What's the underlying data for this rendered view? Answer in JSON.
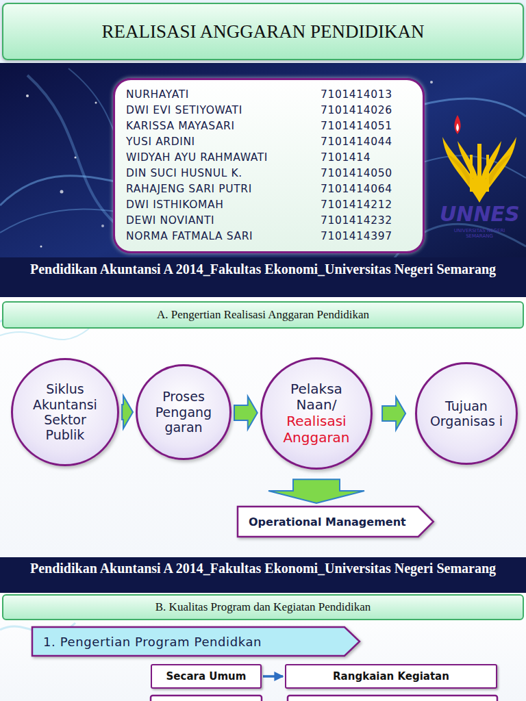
{
  "diagram": {
    "title": "REALISASI ANGGARAN PENDIDIKAN",
    "nodes": [
      {
        "text": [
          "NURHAYATI",
          "7101414013",
          "DWI EVI SETIYOWATI",
          "7101414026",
          "KARISSA MAYASARI",
          "7101414051",
          "YUSI ARDINI",
          "7101414044",
          "WIDYAH AYU RAHMAWATI",
          "7101414",
          "DIN SUCI HUSNUL K.",
          "7101414050",
          "RAHAJENG SARI PUTRI",
          "7101414064",
          "DWI ISTHIKOMAH",
          "7101414212",
          "DEWI NOVIANTI",
          "7101414232",
          "NORMA FATMALA SARI",
          "7101414397"
        ]
      },
      {
        "text": [
          "A. Pengertian Realisasi Anggaran Pendidikan"
        ]
      },
      {
        "text": [
          "Siklus Akuntansi Sektor Publik"
        ]
      },
      {
        "text": [
          "Proses Pengang garan"
        ]
      },
      {
        "text": [
          "Pelaksa Naan/",
          "Realisasi Anggaran"
        ]
      },
      {
        "text": [
          "Tujuan Organisas i"
        ]
      },
      {
        "text": [
          "Operational Management"
        ]
      },
      {
        "text": [
          "B. Kualitas Program dan Kegiatan Pendidikan"
        ]
      },
      {
        "text": [
          "1. Pengertian Program Pendidkan"
        ]
      },
      {
        "text": [
          "Secara Umum"
        ]
      },
      {
        "text": [
          "Rangkaian Kegiatan"
        ]
      }
    ],
    "edges": [
      {
        "from": 2,
        "to": 3,
        "arrow": "to"
      },
      {
        "from": 3,
        "to": 4,
        "arrow": "to"
      },
      {
        "from": 4,
        "to": 5,
        "arrow": "to"
      },
      {
        "from": 4,
        "to": 6,
        "arrow": "to"
      },
      {
        "from": 9,
        "to": 10,
        "arrow": "to"
      }
    ],
    "labels": [
      "Pendidikan Akuntansi A 2014_Fakultas Ekonomi_Universitas Negeri Semarang",
      "Pendidikan Akuntansi A 2014_Fakultas Ekonomi_Universitas Negeri Semarang",
      "UNNES",
      "UNIVERSITAS NEGERI SEMARANG"
    ]
  }
}
